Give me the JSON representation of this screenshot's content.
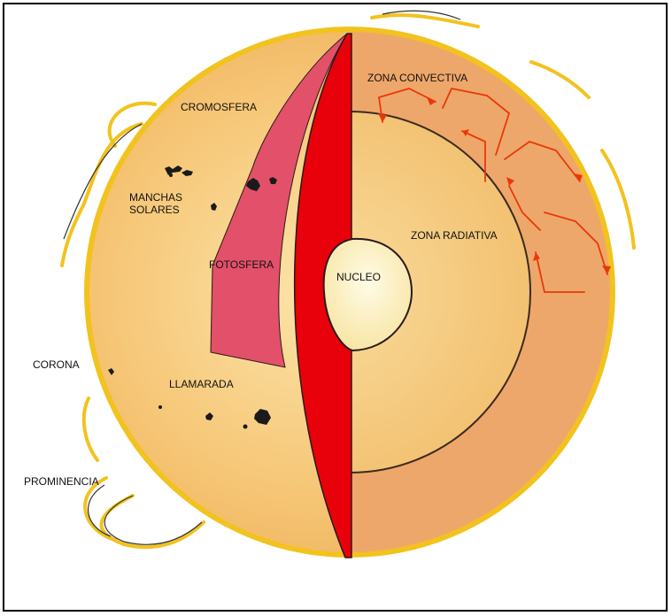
{
  "labels": {
    "zona_convectiva": "ZONA CONVECTIVA",
    "cromosfera": "CROMOSFERA",
    "manchas_solares": "MANCHAS\nSOLARES",
    "zona_radiativa": "ZONA RADIATIVA",
    "fotosfera": "FOTOSFERA",
    "nucleo": "NUCLEO",
    "corona": "CORONA",
    "llamarada": "LLAMARADA",
    "prominencia": "PROMINENCIA"
  },
  "colors": {
    "sun_surface": "#f7c97a",
    "corona_rim": "#f5c430",
    "convective_zone": "#eea76a",
    "radiative_zone": "#f5c77a",
    "chromosphere": "#e2506a",
    "photosphere": "#e8000a",
    "nucleus": "#fdf2c4",
    "convection_arrows": "#e8380a",
    "sunspots": "#1a1a1a"
  }
}
